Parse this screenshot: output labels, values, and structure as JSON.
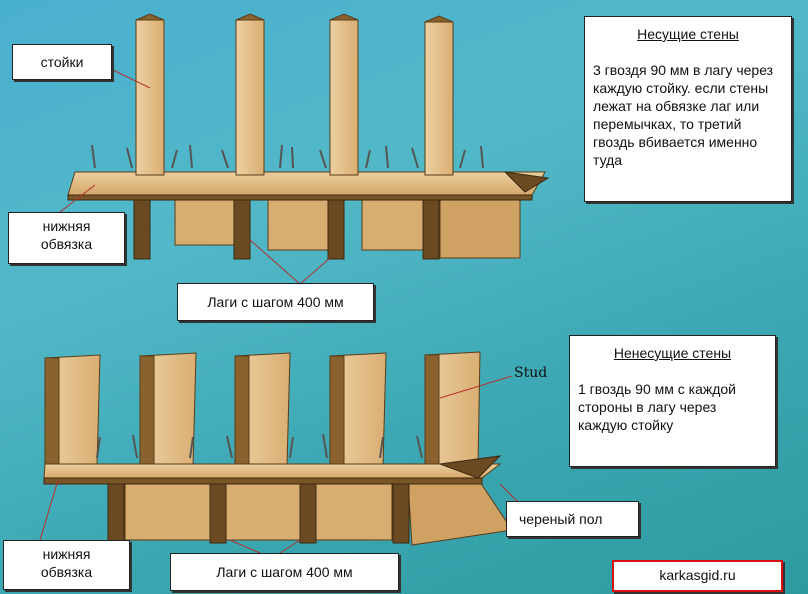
{
  "top": {
    "label_studs": "стойки",
    "label_bottom_plate": "нижняя\nобвязка",
    "label_joists": "Лаги с шагом  400 мм",
    "note_title": "Несущие стены",
    "note_text": "3 гвоздя 90 мм в лагу через каждую стойку. если стены лежат на обвязке лаг или перемычках, то третий гвоздь вбивается именно туда"
  },
  "bottom": {
    "label_stud": "Stud",
    "label_bottom_plate": "нижняя\nобвязка",
    "label_joists": "Лаги с шагом 400 мм",
    "label_subfloor": "черeный пол",
    "note_title": "Ненесущие стены",
    "note_text": "1 гвоздь 90 мм с каждой стороны в лагу через каждую стойку"
  },
  "site_label": "karkasgid.ru",
  "colors": {
    "wood": "#e7c28e",
    "wood_dark": "#6b4a22",
    "border": "#d41010"
  }
}
